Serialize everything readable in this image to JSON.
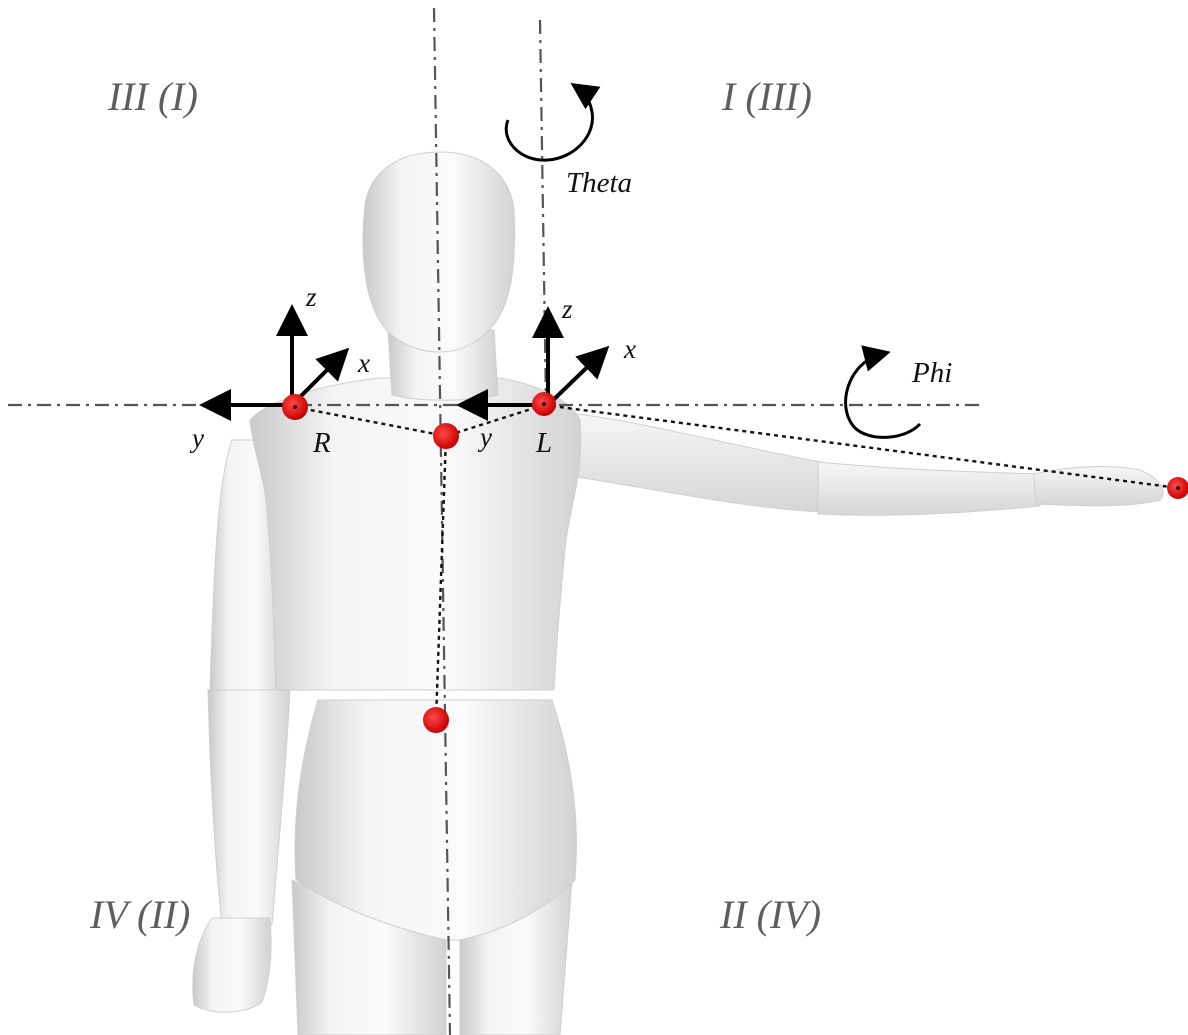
{
  "quadrants": {
    "top_left": "III (I)",
    "top_right": "I (III)",
    "bottom_left": "IV (II)",
    "bottom_right": "II (IV)"
  },
  "rotations": {
    "theta": "Theta",
    "phi": "Phi"
  },
  "shoulder_right": {
    "point": "R",
    "axis_z": "z",
    "axis_x": "x",
    "axis_y": "y"
  },
  "shoulder_left": {
    "point": "L",
    "axis_z": "z",
    "axis_x": "x",
    "axis_y": "y"
  },
  "colors": {
    "marker": "#e00000",
    "body": "#e9e9e9",
    "guide": "#555555",
    "arrow": "#000000"
  }
}
